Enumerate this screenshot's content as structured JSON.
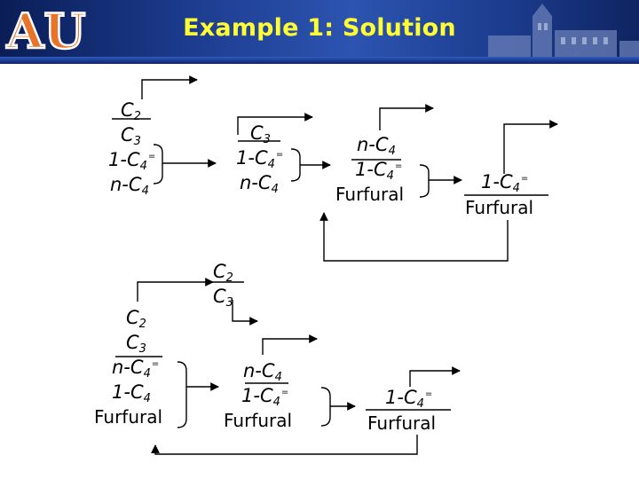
{
  "slide": {
    "title": "Example 1: Solution",
    "logo_text": "AU"
  },
  "labels": {
    "c2": "C",
    "c3": "C",
    "n_c4": "n-C",
    "one_c4": "1-C",
    "furfural": "Furfural",
    "sub2": "2",
    "sub3": "3",
    "sub4": "4",
    "eq": "="
  },
  "colors": {
    "title": "#ffff33",
    "header_dark": "#0a1d56",
    "header_light": "#2c54b0",
    "logo_orange": "#e8742a"
  }
}
